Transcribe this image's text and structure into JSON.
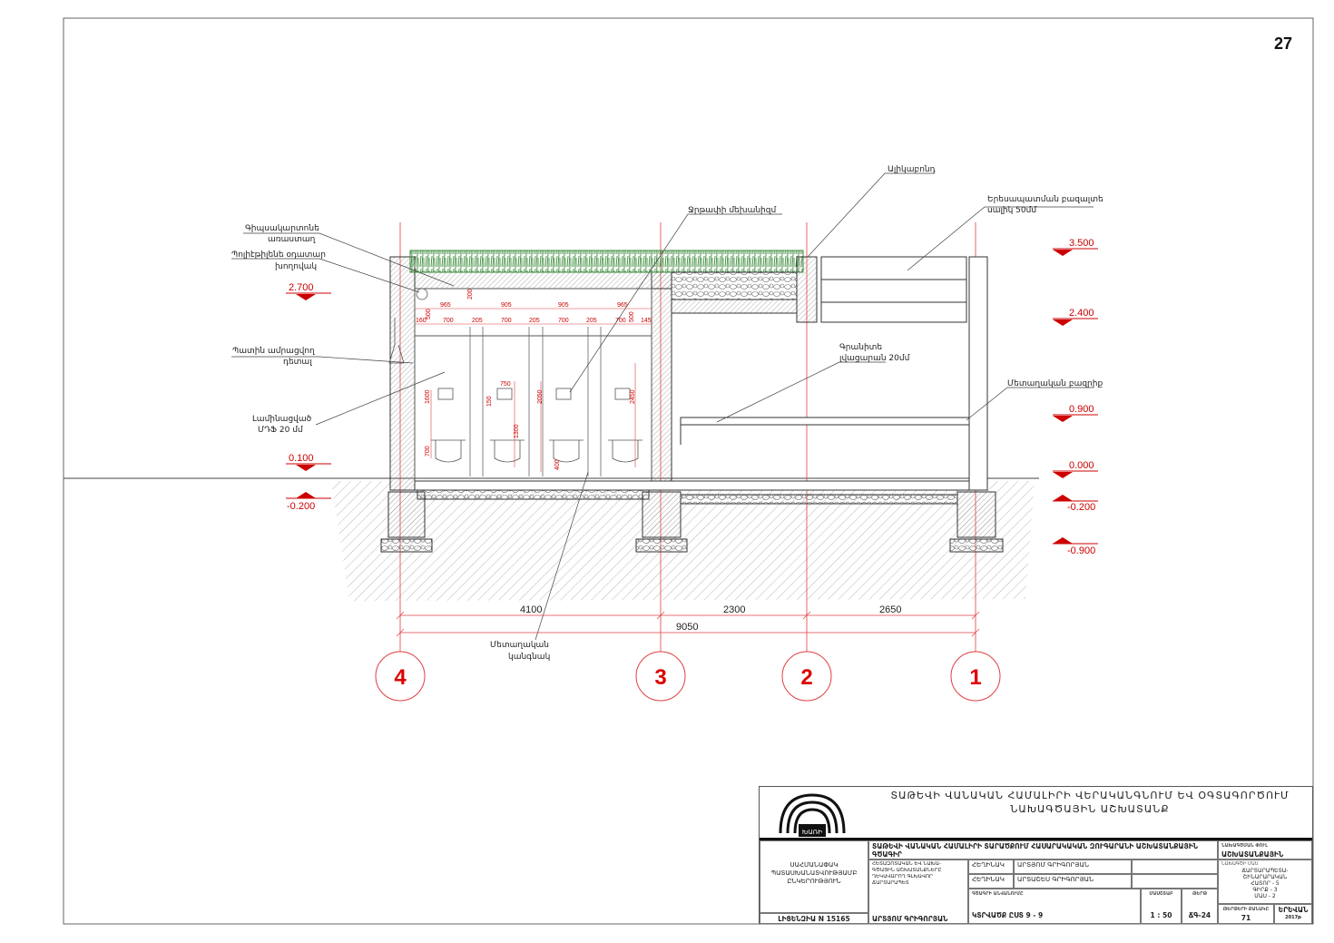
{
  "page_number": "27",
  "labels": {
    "ceiling": [
      "Գիպսակարտոնե",
      "առաստաղ"
    ],
    "vent_pipe": [
      "Պոլիէթիլենե օդատար",
      "խողովակ"
    ],
    "wall_detail": [
      "Պատին ամրացվող",
      "դետալ"
    ],
    "mdf": [
      "Լամինացված",
      "ՄԴՖ 20 մմ"
    ],
    "flush": "Ջրթափի մեխանիզմ",
    "alucobond": "Ալիկաբոնդ",
    "basalt": [
      "Երեսապատման բազալտե",
      "սալիկ 50մմ"
    ],
    "granite": [
      "Գրանիտե",
      "լվացարան 20մմ"
    ],
    "railing": "Մետաղական բազրիք",
    "post": [
      "Մետաղական",
      "կանգնակ"
    ]
  },
  "levels_left": [
    "2.700",
    "0.100",
    "-0.200"
  ],
  "levels_right": [
    "3.500",
    "2.400",
    "0.900",
    "0.000",
    "-0.200",
    "-0.900"
  ],
  "inner_dims": {
    "row1": [
      "965",
      "905",
      "905",
      "965"
    ],
    "row2": [
      "160",
      "700",
      "205",
      "700",
      "205",
      "700",
      "205",
      "700",
      "145"
    ],
    "verticals": [
      "200",
      "500",
      "500",
      "1600",
      "750",
      "150",
      "2050",
      "1300",
      "700",
      "400",
      "2450"
    ]
  },
  "dimensions": {
    "spans": [
      "4100",
      "2300",
      "2650"
    ],
    "total": "9050"
  },
  "axes": [
    "4",
    "3",
    "2",
    "1"
  ],
  "title_block": {
    "logo_text": "ԽԱՌԻ",
    "org_title": [
      "ՏԱԹԵՎԻ ՎԱՆԱԿԱՆ ՀԱՄԱԼԻՐԻ ՎԵՐԱԿԱՆԳՆՈՒՄ ԵՎ ՕԳՏԱԳՈՐԾՈՒՄ",
      "ՆԱԽԱԳԾԱՅԻՆ ԱՇԽԱՏԱՆՔ"
    ],
    "company": "ՍԱՀՄԱՆԱՓԱԿ ՊԱՏԱՍԽԱՆԱՏՎՈՒԹՅԱՄԲ ԸՆԿԵՐՈՒԹՅՈՒՆ",
    "license": "ԼԻՑԵՆԶԻԱ N 15165",
    "project": "ՏԱԹԵՎԻ ՎԱՆԱԿԱՆ ՀԱՄԱԼԻՐԻ ՏԱՐԱԾՔՈՒՄ ՀԱՍԱՐԱԿԱԿԱՆ ԶՈՒԳԱՐԱՆԻ ԱՇԽԱՏԱՆՔԱՅԻՆ ԳԾԱԳԻՐ",
    "chief_role": "ՀԵՏԱԶՈՏԱԿԱՆ ԵՎ ՆԱԽԱ- ԳԾԱՅԻՆ ԱՇԽԱՏԱՆՔՆԵՐԸ ՂԵԿԱՎԱՐՈՂ ԳԼԽԱՎՈՐ ՃԱՐՏԱՐԱՊԵՏ",
    "chief_name": "ԱՐՏՅՈՄ ԳՐԻԳՈՐՅԱՆ",
    "author_label": "ՀԵՂԻՆԱԿ",
    "author1": "ԱՐՏՅՈՄ ԳՐԻԳՈՐՅԱՆ",
    "author2": "ԱՐՏԱՇԵՍ ԳՐԻԳՈՐՅԱՆ",
    "drawing_name_cap": "ԳԾԱԳՐԻ ԱՆՎԱՆՈՒՄԸ",
    "drawing_name": "ԿՏՐՎԱԾՔ ԸՍՏ 9 - 9",
    "scale_cap": "ՄԱՍՇՏԱԲ",
    "scale": "1 : 50",
    "sheet_cap": "ԹԵՐԹ",
    "sheet": "ՃԳ-24",
    "stage_cap": "ՆԱԽԱԳԾՄԱՆ ՓՈՒԼ",
    "stage": "ԱՇԽԱՏԱՆՔԱՅԻՆ",
    "part_cap": "ՆԱԽԱԳԾԻ ՄԱՍ",
    "part": [
      "ՃԱՐՏԱՐԱՊԵՏԱ-",
      "ՇԻՆԱՐԱՐԱԿԱՆ",
      "ՀԱՏՈՐ - 5",
      "ԳԻՐՔ - 3",
      "ՄԱՍ - 2"
    ],
    "sheets_cap": "ԹԵՐԹԵՐԻ ՔԱՆԱԿԸ",
    "sheets": "71",
    "city": "ԵՐԵՎԱՆ",
    "year": "2017թ"
  },
  "colors": {
    "axis": "#d00000",
    "dimension": "#e03030",
    "line": "#333333",
    "grass": "#3a8a3a"
  }
}
